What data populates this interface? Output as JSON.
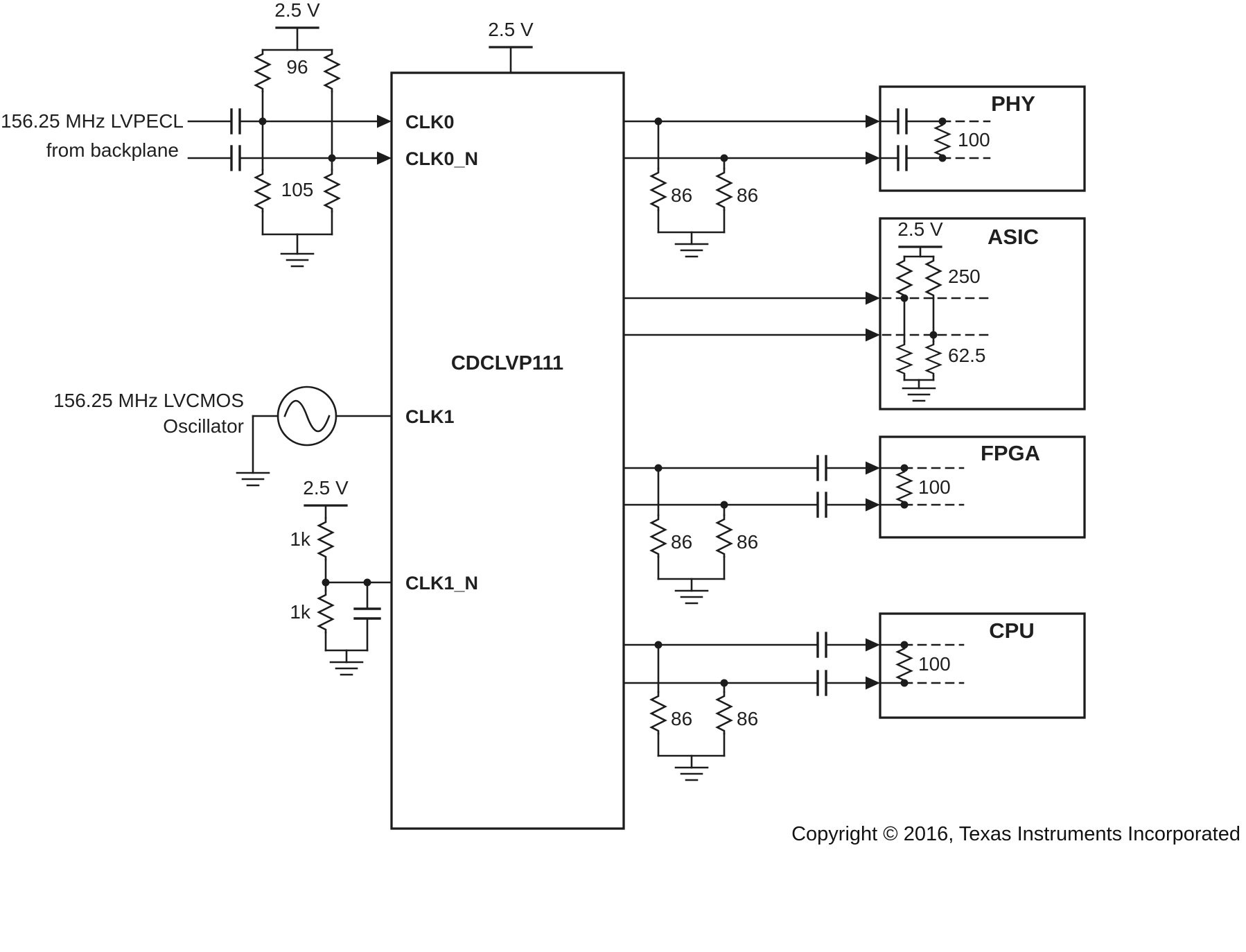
{
  "diagram": {
    "chip_label": "CDCLVP111",
    "supply": "2.5 V",
    "inputs": {
      "lvpecl_line1": "156.25 MHz LVPECL",
      "lvpecl_line2": "from backplane",
      "lvcmos_line1": "156.25 MHz LVCMOS",
      "lvcmos_line2": "Oscillator"
    },
    "pins": {
      "clk0": "CLK0",
      "clk0_n": "CLK0_N",
      "clk1": "CLK1",
      "clk1_n": "CLK1_N"
    },
    "resistors": {
      "r96": "96",
      "r105": "105",
      "r1k": "1k",
      "r86": "86",
      "r100": "100",
      "r250": "250",
      "r62_5": "62.5"
    },
    "blocks": {
      "phy": "PHY",
      "asic": "ASIC",
      "fpga": "FPGA",
      "cpu": "CPU"
    },
    "copyright": "Copyright © 2016, Texas Instruments Incorporated",
    "colors": {
      "line": "#1c1c1c",
      "background": "#ffffff"
    }
  }
}
